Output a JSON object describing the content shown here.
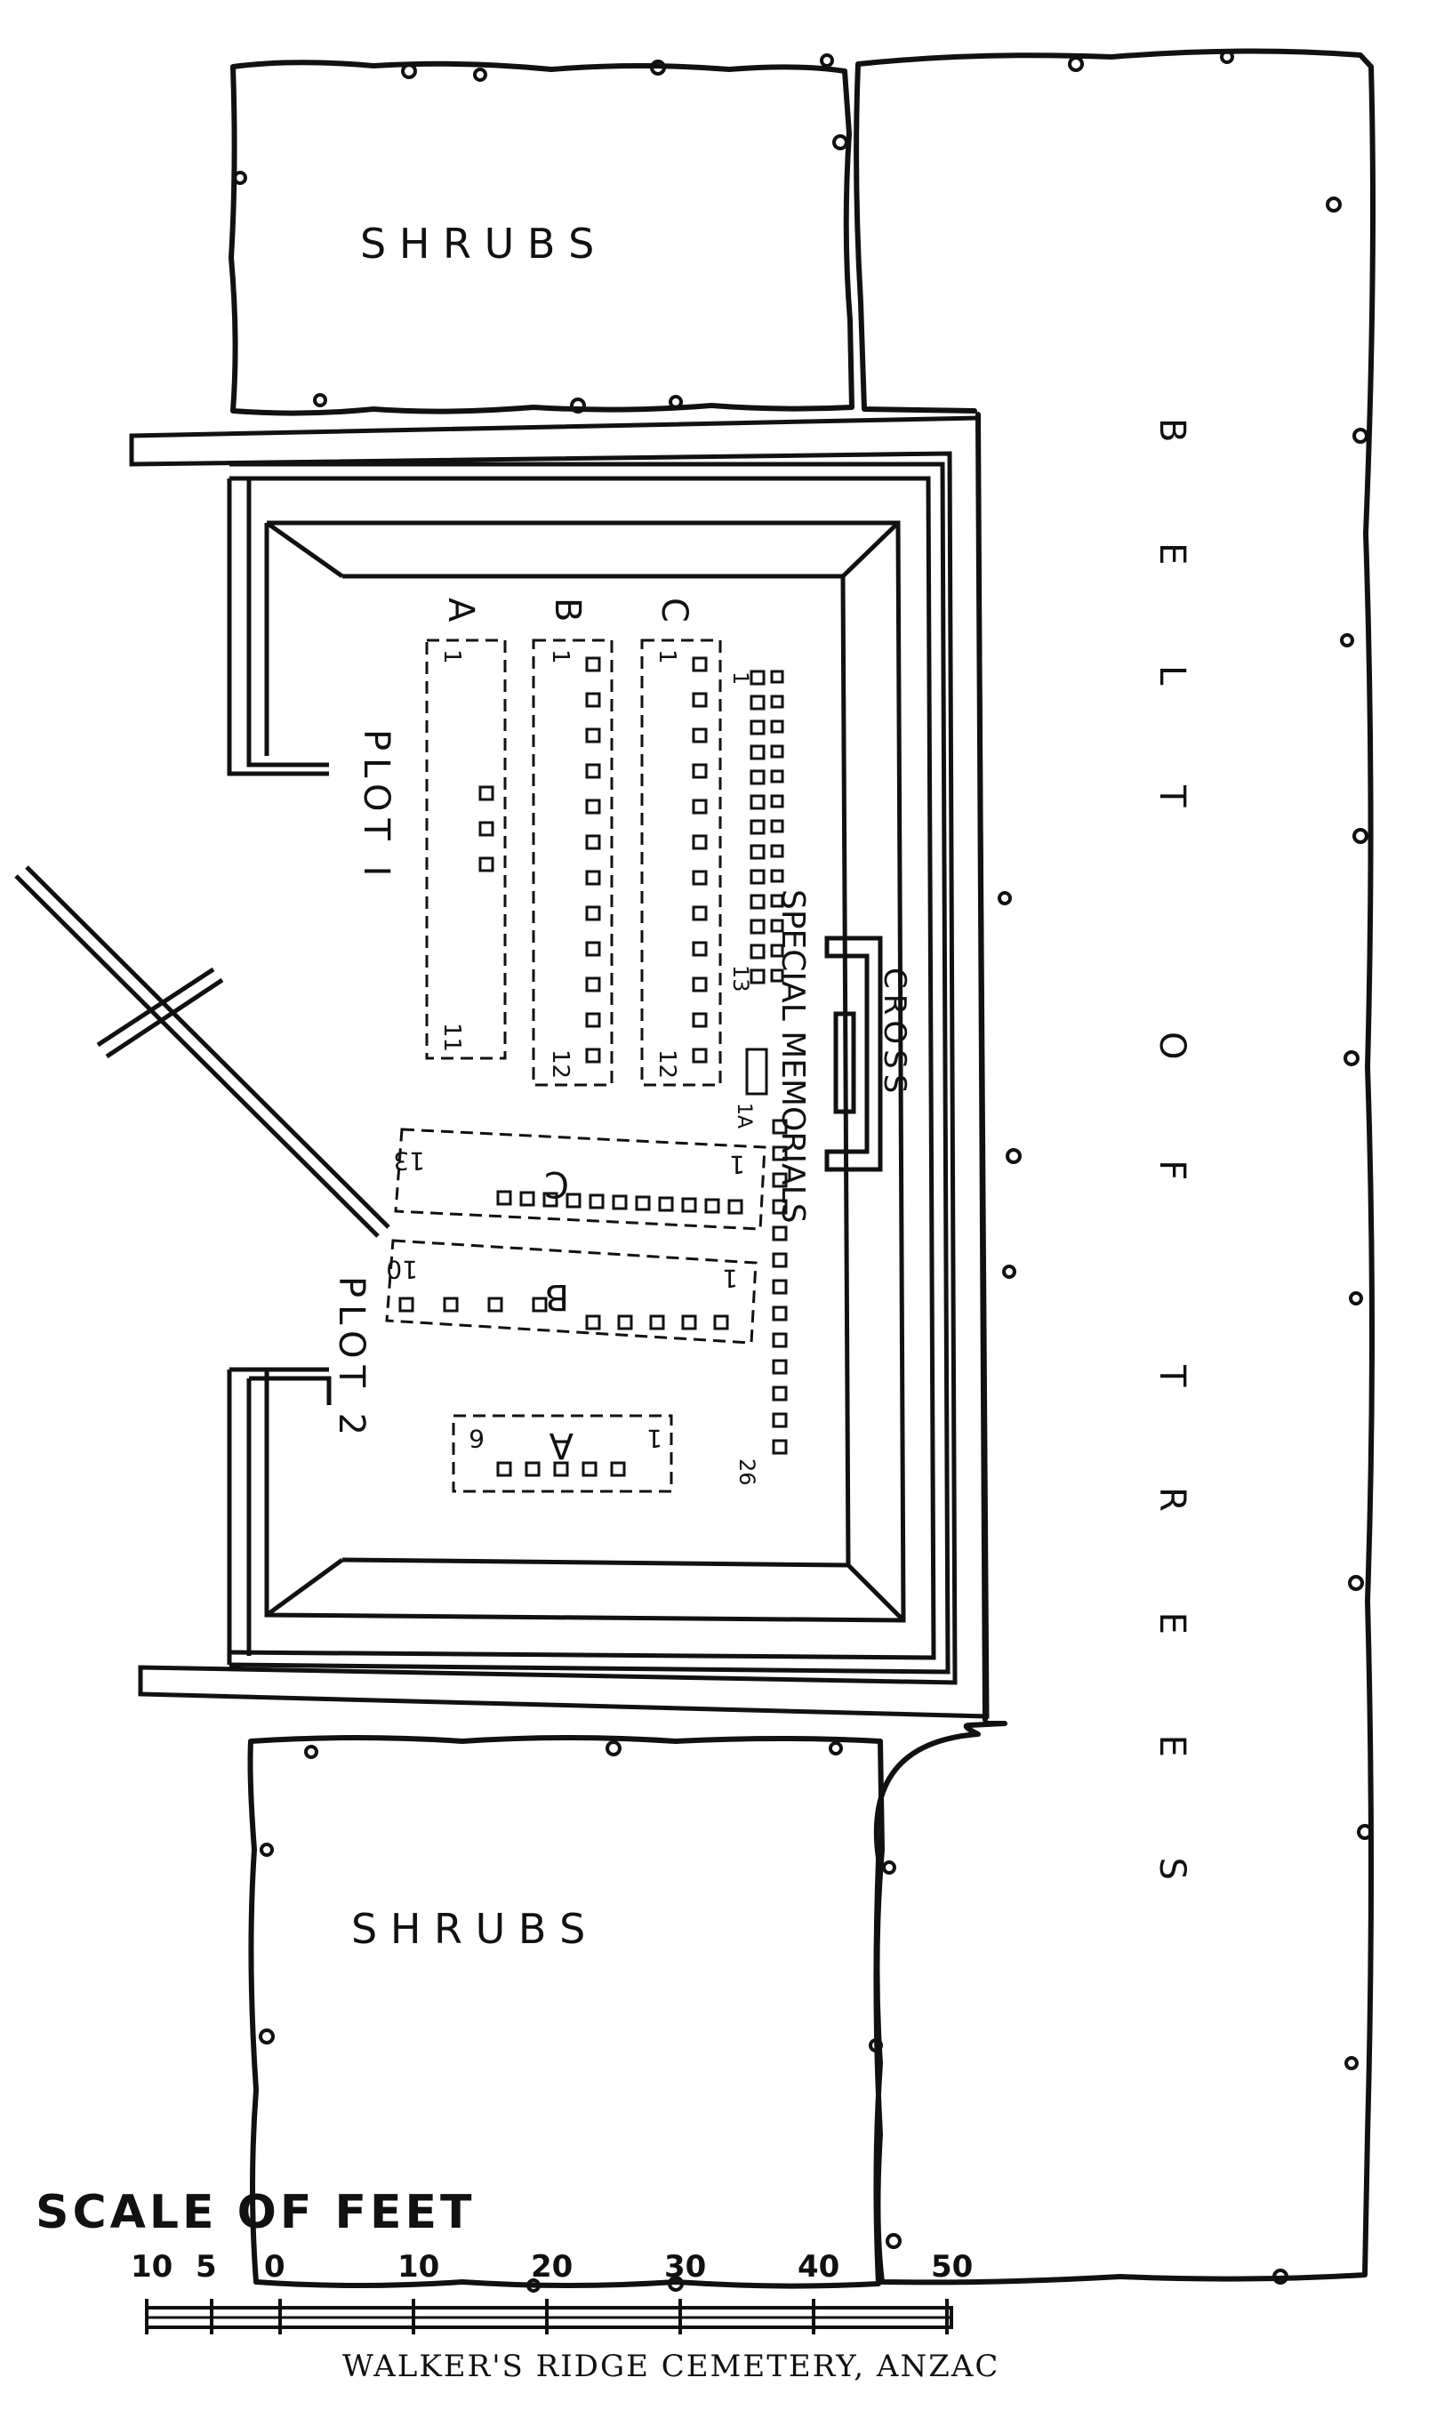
{
  "labels": {
    "shrubs_top": "S H R U B S",
    "shrubs_bottom": "S H R U B S",
    "belt_words": [
      "B E L T",
      "O F",
      "T R E E S"
    ],
    "cross": "CROSS",
    "special_memorials": "SPECIAL MEMORIALS",
    "plot1": "PLOT I",
    "plot2": "PLOT 2"
  },
  "plot1": {
    "rows": [
      {
        "letter": "A",
        "first": "1",
        "last": "11"
      },
      {
        "letter": "B",
        "first": "1",
        "last": "12"
      },
      {
        "letter": "C",
        "first": "1",
        "last": "12"
      }
    ]
  },
  "plot2": {
    "rows": [
      {
        "letter": "C",
        "first": "1",
        "last": "13"
      },
      {
        "letter": "B",
        "first": "1",
        "last": "10"
      },
      {
        "letter": "A",
        "first": "1",
        "last": "6"
      }
    ]
  },
  "special": {
    "n1": "1",
    "n13": "13",
    "n1a": "1A",
    "n26": "26"
  },
  "scale": {
    "title": "SCALE OF FEET",
    "ticks": [
      "10",
      "5",
      "0",
      "10",
      "20",
      "30",
      "40",
      "50"
    ]
  },
  "caption": "WALKER'S RIDGE CEMETERY, ANZAC",
  "colors": {
    "ink": "#111111",
    "paper": "#ffffff"
  }
}
